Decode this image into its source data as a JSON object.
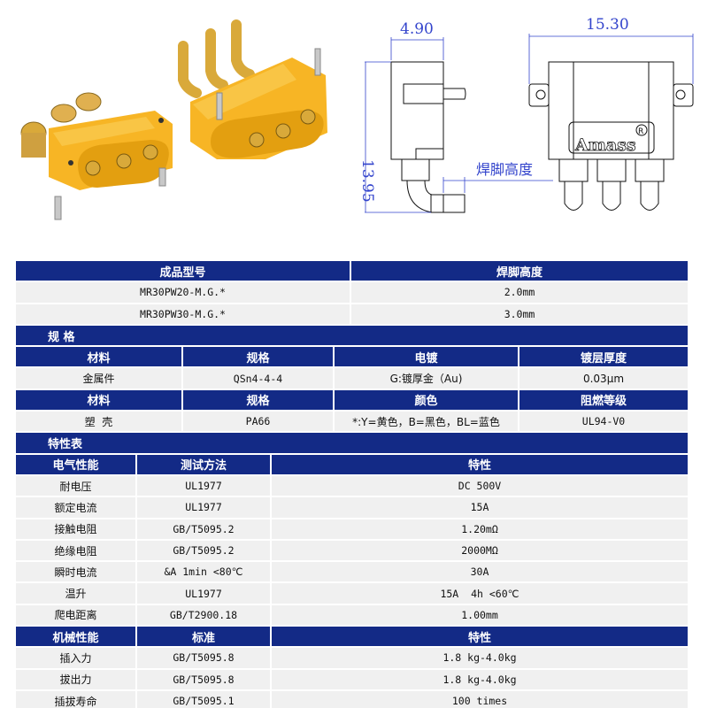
{
  "images": {
    "photo": {
      "description": "Two yellow MR30PW right-angle connectors with gold-plated pins",
      "body_color": "#f7b525",
      "pin_color": "#d9a93a"
    },
    "drawing": {
      "dim_width_side": "4.90",
      "dim_width_front": "15.30",
      "dim_height": "13.95",
      "solder_label": "焊脚高度",
      "brand": "Amass",
      "registered": "®",
      "line_color": "#3344cc"
    }
  },
  "table1": {
    "headers": [
      "成品型号",
      "焊脚高度"
    ],
    "rows": [
      [
        "MR30PW20-M.G.*",
        "2.0mm"
      ],
      [
        "MR30PW30-M.G.*",
        "3.0mm"
      ]
    ]
  },
  "spec_section": {
    "title": "规  格",
    "metal_headers": [
      "材料",
      "规格",
      "电镀",
      "镀层厚度"
    ],
    "metal_row": [
      "金属件",
      "QSn4-4-4",
      "G:镀厚金（Au)",
      "0.03μm"
    ],
    "shell_headers": [
      "材料",
      "规格",
      "颜色",
      "阻燃等级"
    ],
    "shell_row": [
      "塑  壳",
      "PA66",
      "*:Y=黄色，B=黑色，BL=蓝色",
      "UL94-V0"
    ]
  },
  "char_section": {
    "title": "特性表",
    "electrical_headers": [
      "电气性能",
      "测试方法",
      "特性"
    ],
    "electrical_rows": [
      [
        "耐电压",
        "UL1977",
        "DC 500V"
      ],
      [
        "额定电流",
        "UL1977",
        "15A"
      ],
      [
        "接触电阻",
        "GB/T5095.2",
        "1.20mΩ"
      ],
      [
        "绝缘电阻",
        "GB/T5095.2",
        "2000MΩ"
      ],
      [
        "瞬时电流",
        "&A 1min <80℃",
        "30A"
      ],
      [
        "温升",
        "UL1977",
        "15A  4h <60℃"
      ],
      [
        "爬电距离",
        "GB/T2900.18",
        "1.00mm"
      ]
    ],
    "mechanical_headers": [
      "机械性能",
      "标准",
      "特性"
    ],
    "mechanical_rows": [
      [
        "插入力",
        "GB/T5095.8",
        "1.8 kg-4.0kg"
      ],
      [
        "拔出力",
        "GB/T5095.8",
        "1.8 kg-4.0kg"
      ],
      [
        "插拔寿命",
        "GB/T5095.1",
        "100 times"
      ]
    ]
  },
  "colors": {
    "header_bg": "#132a86",
    "cell_bg": "#f0f0f0",
    "dimension_blue": "#3344cc"
  }
}
